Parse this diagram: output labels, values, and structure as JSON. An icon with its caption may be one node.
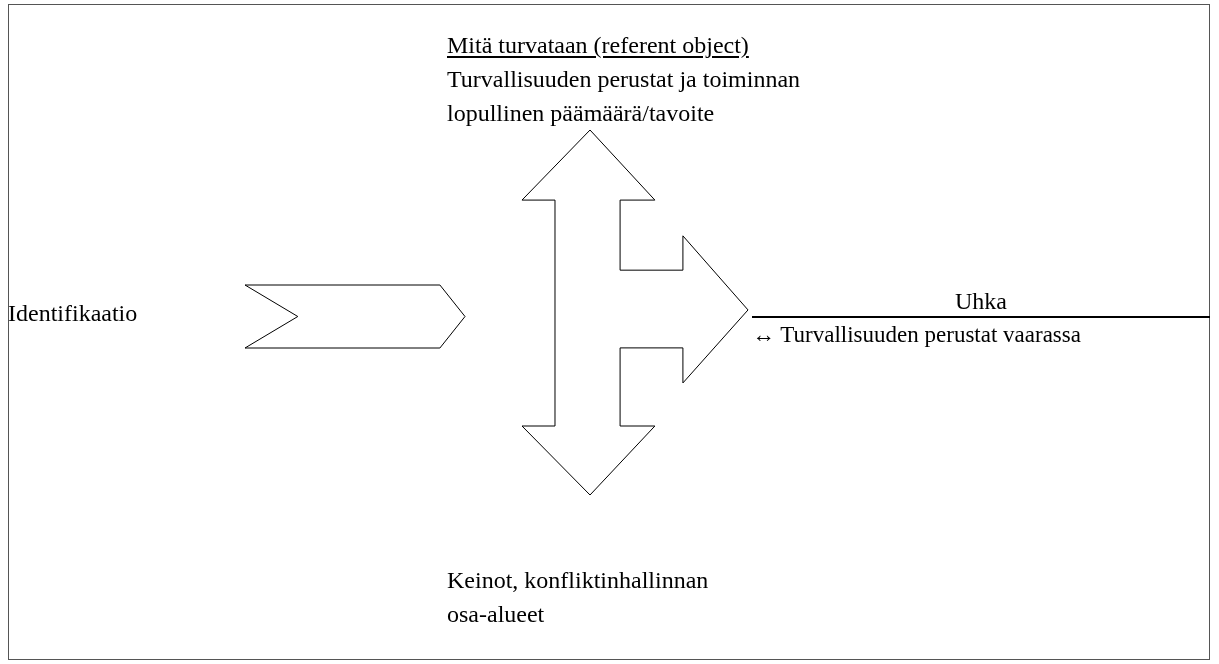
{
  "diagram": {
    "nodes": [
      {
        "text": [
          "Mitä turvataan (referent object)",
          "Turvallisuuden perustat ja toiminnan lopullinen päämäärä/tavoite"
        ]
      },
      {
        "text": [
          "Identifikaatio"
        ]
      },
      {
        "text": [],
        "shape": "chevron"
      },
      {
        "text": [],
        "shape": "arrow"
      },
      {
        "text": [
          "Uhka",
          "↔ Turvallisuuden perustat vaarassa"
        ]
      },
      {
        "text": [
          "Keinot, konfliktinhallinnan osa-alueet"
        ]
      }
    ]
  }
}
